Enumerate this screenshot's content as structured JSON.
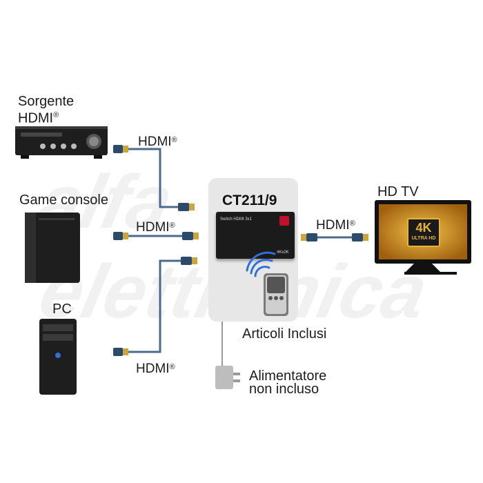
{
  "devices": {
    "source": {
      "label_line1": "Sorgente",
      "label_line2": "HDMI",
      "reg": "®",
      "icon": "av-receiver-icon"
    },
    "console": {
      "label": "Game console",
      "icon": "game-console-icon"
    },
    "pc": {
      "label": "PC",
      "icon": "pc-tower-icon"
    },
    "tv": {
      "label": "HD TV",
      "icon": "tv-icon",
      "badge_main": "4K",
      "badge_sub": "ULTRA HD"
    }
  },
  "cables": {
    "label": "HDMI",
    "reg": "®"
  },
  "switch_box": {
    "title": "CT211/9",
    "device_text": "Switch HDMI 3x1",
    "resolution_text": "4Kx2K",
    "items_label": "Articoli Inclusi"
  },
  "power": {
    "label_line1": "Alimentatore",
    "label_line2": "non incluso",
    "icon": "power-adapter-icon"
  },
  "colors": {
    "cable": "#4a6a8c",
    "connector_gold": "#c9a640",
    "panel": "#e7e7e8",
    "device_dark": "#1e1e1e",
    "watermark": "#eeeeee"
  }
}
